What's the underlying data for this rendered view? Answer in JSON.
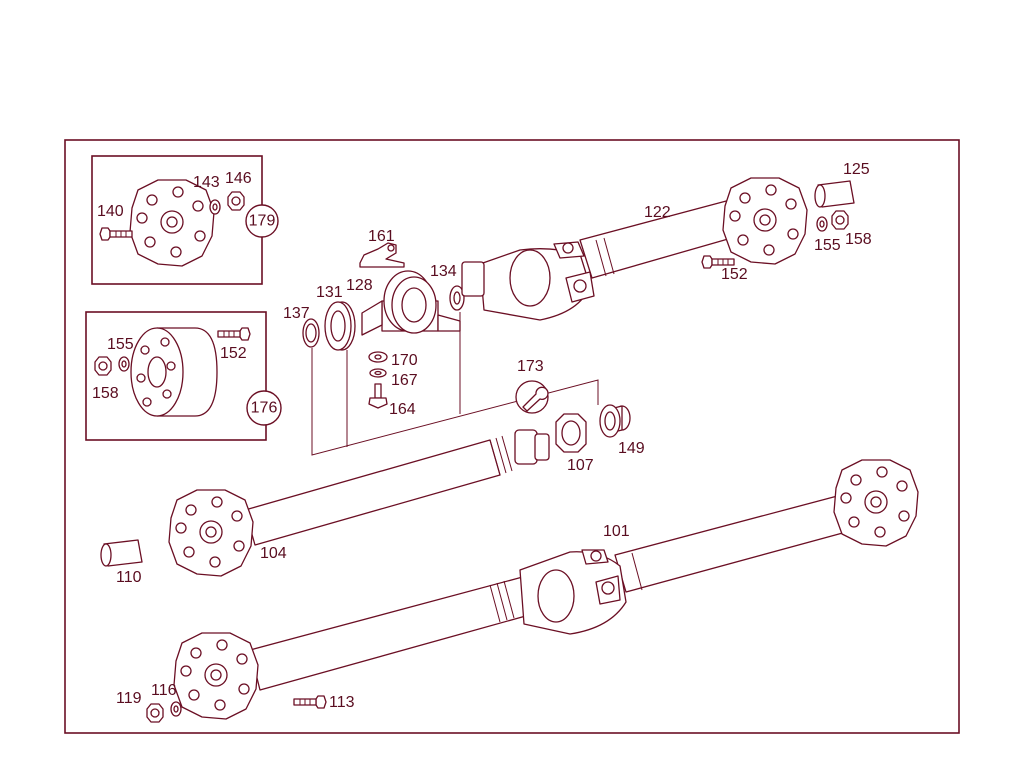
{
  "callouts": {
    "p101": "101",
    "p104": "104",
    "p107": "107",
    "p110": "110",
    "p113": "113",
    "p116": "116",
    "p119": "119",
    "p122": "122",
    "p125": "125",
    "p128": "128",
    "p131": "131",
    "p134": "134",
    "p137": "137",
    "p140": "140",
    "p143": "143",
    "p146": "146",
    "p149": "149",
    "p152a": "152",
    "p152b": "152",
    "p155a": "155",
    "p155b": "155",
    "p158a": "158",
    "p158b": "158",
    "p161": "161",
    "p164": "164",
    "p167": "167",
    "p170": "170",
    "p173": "173"
  },
  "badges": {
    "b179": "179",
    "b176": "176"
  },
  "icons": {
    "tool": "wrench-icon"
  },
  "colors": {
    "line": "#6b0f24",
    "text": "#5a0d20"
  }
}
